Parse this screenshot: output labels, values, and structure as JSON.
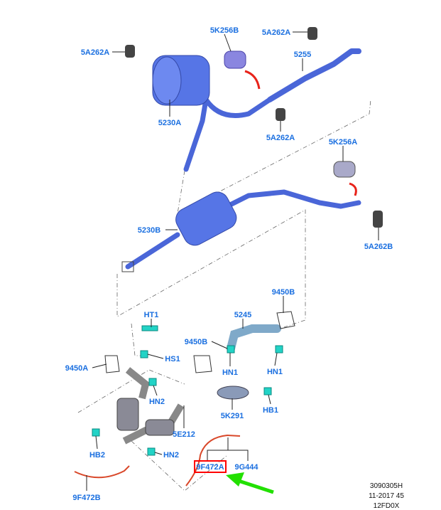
{
  "labels": {
    "l5k256b": "5K256B",
    "l5a262a_top": "5A262A",
    "l5a262a_left": "5A262A",
    "l5255": "5255",
    "l5230a": "5230A",
    "l5a262a_mid": "5A262A",
    "l5k256a": "5K256A",
    "l5230b": "5230B",
    "l5a262b": "5A262B",
    "l9450b_right": "9450B",
    "lht1": "HT1",
    "l5245": "5245",
    "l9450a": "9450A",
    "l9450b_mid": "9450B",
    "lhs1": "HS1",
    "lhn1_a": "HN1",
    "lhn1_b": "HN1",
    "lhn2_a": "HN2",
    "l5k291": "5K291",
    "lhb1": "HB1",
    "l5e212": "5E212",
    "lhn2_b": "HN2",
    "lhb2": "HB2",
    "l9f472a": "9F472A",
    "l9g444": "9G444",
    "l9f472b": "9F472B"
  },
  "footer": {
    "code": "3090305H",
    "date": "11-2017 45",
    "ref": "12FD0X"
  },
  "colors": {
    "label": "#1a6fe0",
    "pipe": "#4a66d8",
    "highlight_box": "#ff0000",
    "pointer_arrow": "#22e000",
    "motion_arrow": "#e8231a",
    "sensor_wire": "#d9482a",
    "clamp": "#22d3c6"
  }
}
